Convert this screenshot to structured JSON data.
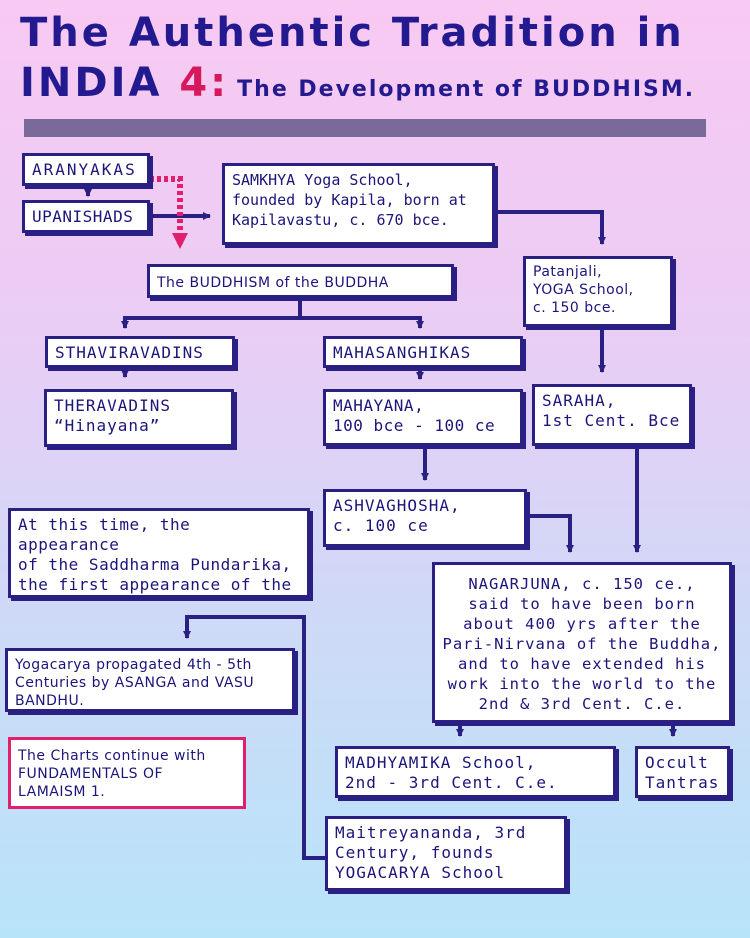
{
  "title": {
    "line1": "The Authentic Tradition in",
    "line2_main": "INDIA ",
    "line2_num": "4:",
    "line2_sub": "The Development of BUDDHISM."
  },
  "nodes": {
    "aranyakas": "ARANYAKAS",
    "upanishads": "UPANISHADS",
    "samkhya": "SAMKHYA Yoga School,\nfounded by Kapila, born at\nKapilavastu, c. 670 bce.",
    "buddhism": "The BUDDHISM of the BUDDHA",
    "patanjali": "Patanjali,\nYOGA School,\nc. 150 bce.",
    "sthaviravadins": "STHAVIRAVADINS",
    "mahasanghikas": "MAHASANGHIKAS",
    "theravadins": "THERAVADINS\n“Hinayana”",
    "mahayana": "MAHAYANA,\n100 bce - 100 ce",
    "saraha": "SARAHA,\n1st Cent. Bce",
    "ashvaghosha": "ASHVAGHOSHA,\nc. 100 ce",
    "saddharma": "At this time, the appearance\nof the Saddharma Pundarika,\nthe first appearance of the\nADI BUDDHA Teachings.",
    "nagarjuna": "NAGARJUNA, c. 150 ce.,\nsaid to have been born\nabout 400 yrs after the\nPari-Nirvana of the Buddha,\nand to have extended his\nwork into the world to the\n2nd & 3rd Cent. C.e.",
    "yogacarya_prop": "Yogacarya propagated 4th - 5th\nCenturies by ASANGA and VASU\nBANDHU.",
    "charts_continue": "The Charts continue with\nFUNDAMENTALS OF\nLAMAISM 1.",
    "madhyamika": "MADHYAMIKA School,\n2nd - 3rd Cent. C.e.",
    "occult": "Occult\nTantras",
    "maitreyananda": "Maitreyananda, 3rd\nCentury, founds\nYOGACARYA School"
  },
  "colors": {
    "primary": "#2a1f83",
    "accent": "#e0206c",
    "title": "#241a8f"
  }
}
